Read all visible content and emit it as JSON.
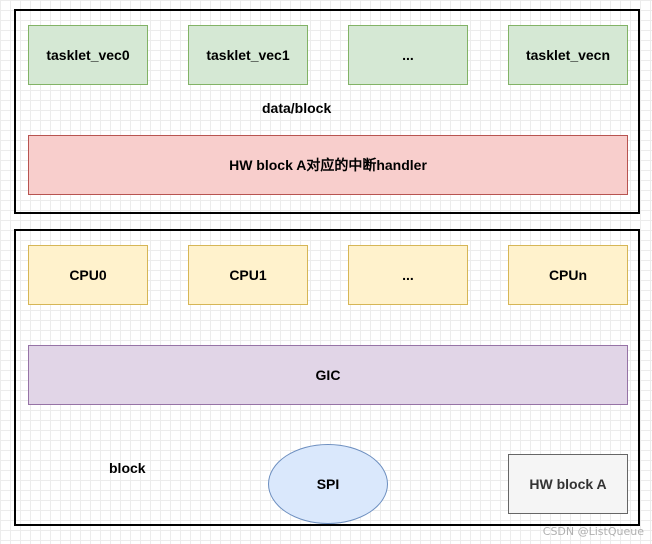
{
  "top_frame": {
    "tasklets": [
      "tasklet_vec0",
      "tasklet_vec1",
      "...",
      "tasklet_vecn"
    ],
    "label": "data/block",
    "handler": "HW block A对应的中断handler"
  },
  "bottom_frame": {
    "cpus": [
      "CPU0",
      "CPU1",
      "...",
      "CPUn"
    ],
    "gic": "GIC",
    "label": "block",
    "spi": "SPI",
    "hw_block": "HW block A"
  },
  "watermark": "CSDN @ListQueue",
  "colors": {
    "green_fill": "#d5e8d4",
    "red_fill": "#f8cecc",
    "yellow_fill": "#fff2cc",
    "purple_fill": "#e1d5e7",
    "blue_fill": "#dae8fc",
    "grey_fill": "#f5f5f5"
  }
}
